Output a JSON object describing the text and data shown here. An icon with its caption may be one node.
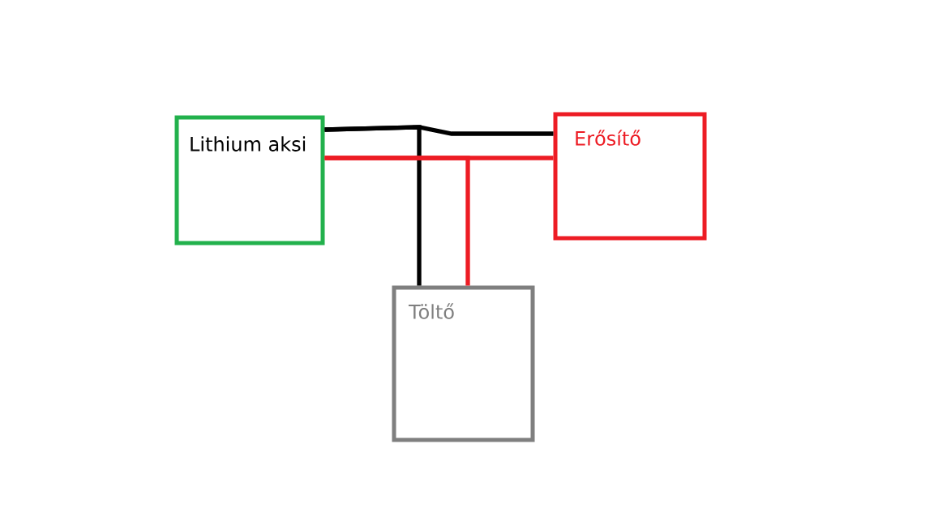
{
  "diagram": {
    "nodes": [
      {
        "text": [
          "Lithium aksi"
        ]
      },
      {
        "text": [
          "Erősítő"
        ]
      },
      {
        "text": [
          "Töltő"
        ]
      }
    ],
    "edges": [
      {
        "from": 0,
        "to": 1,
        "arrow": "none",
        "color": "#000000"
      },
      {
        "from": 0,
        "to": 2,
        "arrow": "none",
        "color": "#000000"
      },
      {
        "from": 0,
        "to": 1,
        "arrow": "none",
        "color": "#ed1c24"
      },
      {
        "from": 0,
        "to": 2,
        "arrow": "none",
        "color": "#ed1c24"
      }
    ]
  }
}
